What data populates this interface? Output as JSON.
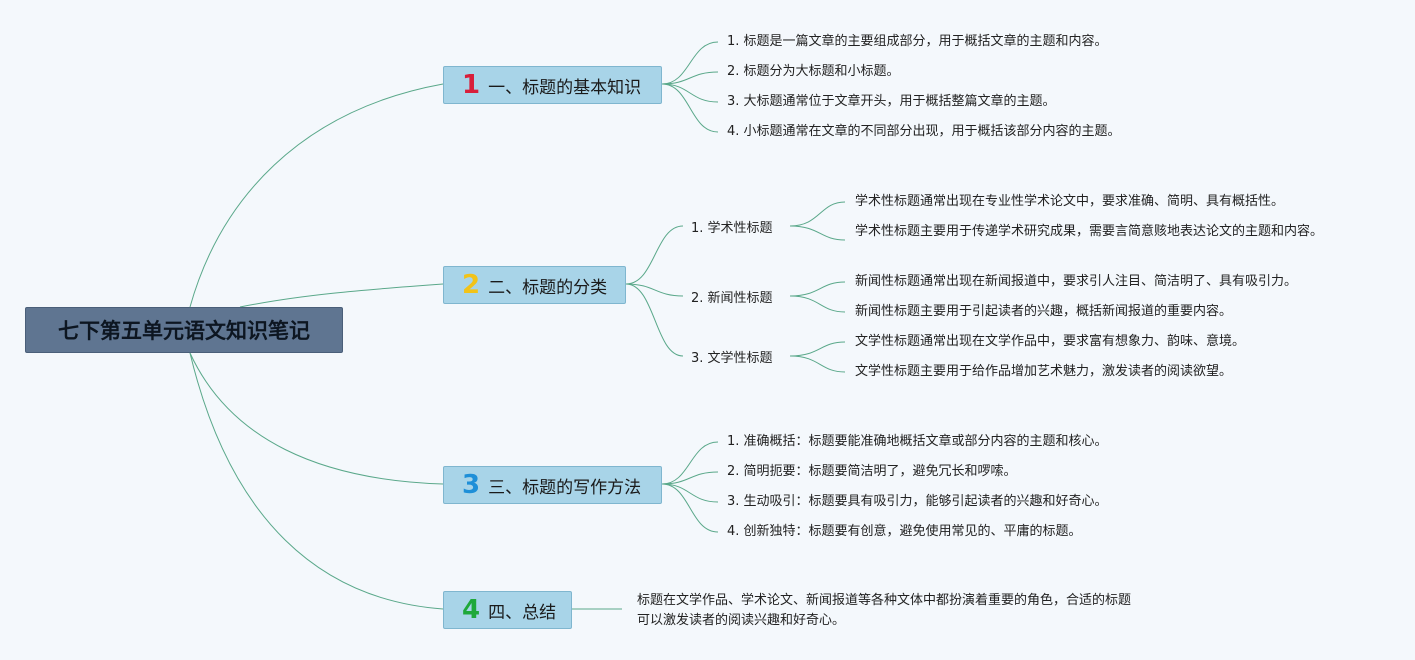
{
  "root": {
    "title": "七下第五单元语文知识笔记"
  },
  "branches": [
    {
      "num": "1",
      "num_color": "#d81e3a",
      "label": "一、标题的基本知识",
      "items": [
        "1. 标题是一篇文章的主要组成部分，用于概括文章的主题和内容。",
        "2. 标题分为大标题和小标题。",
        "3. 大标题通常位于文章开头，用于概括整篇文章的主题。",
        "4. 小标题通常在文章的不同部分出现，用于概括该部分内容的主题。"
      ]
    },
    {
      "num": "2",
      "num_color": "#f2c318",
      "label": "二、标题的分类",
      "subs": [
        {
          "label": "1. 学术性标题",
          "items": [
            "学术性标题通常出现在专业性学术论文中，要求准确、简明、具有概括性。",
            "学术性标题主要用于传递学术研究成果，需要言简意赅地表达论文的主题和内容。"
          ]
        },
        {
          "label": "2. 新闻性标题",
          "items": [
            "新闻性标题通常出现在新闻报道中，要求引人注目、简洁明了、具有吸引力。",
            "新闻性标题主要用于引起读者的兴趣，概括新闻报道的重要内容。"
          ]
        },
        {
          "label": "3. 文学性标题",
          "items": [
            "文学性标题通常出现在文学作品中，要求富有想象力、韵味、意境。",
            "文学性标题主要用于给作品增加艺术魅力，激发读者的阅读欲望。"
          ]
        }
      ]
    },
    {
      "num": "3",
      "num_color": "#1e8fd8",
      "label": "三、标题的写作方法",
      "items": [
        "1. 准确概括：标题要能准确地概括文章或部分内容的主题和核心。",
        "2. 简明扼要：标题要简洁明了，避免冗长和啰嗦。",
        "3. 生动吸引：标题要具有吸引力，能够引起读者的兴趣和好奇心。",
        "4. 创新独特：标题要有创意，避免使用常见的、平庸的标题。"
      ]
    },
    {
      "num": "4",
      "num_color": "#1fa83a",
      "label": "四、总结",
      "items": [
        "标题在文学作品、学术论文、新闻报道等各种文体中都扮演着重要的角色，合适的标题可以激发读者的阅读兴趣和好奇心。"
      ]
    }
  ],
  "colors": {
    "connector": "#5aa88a",
    "root_bg": "#5f7591",
    "branch_bg": "#a8d4e8"
  }
}
